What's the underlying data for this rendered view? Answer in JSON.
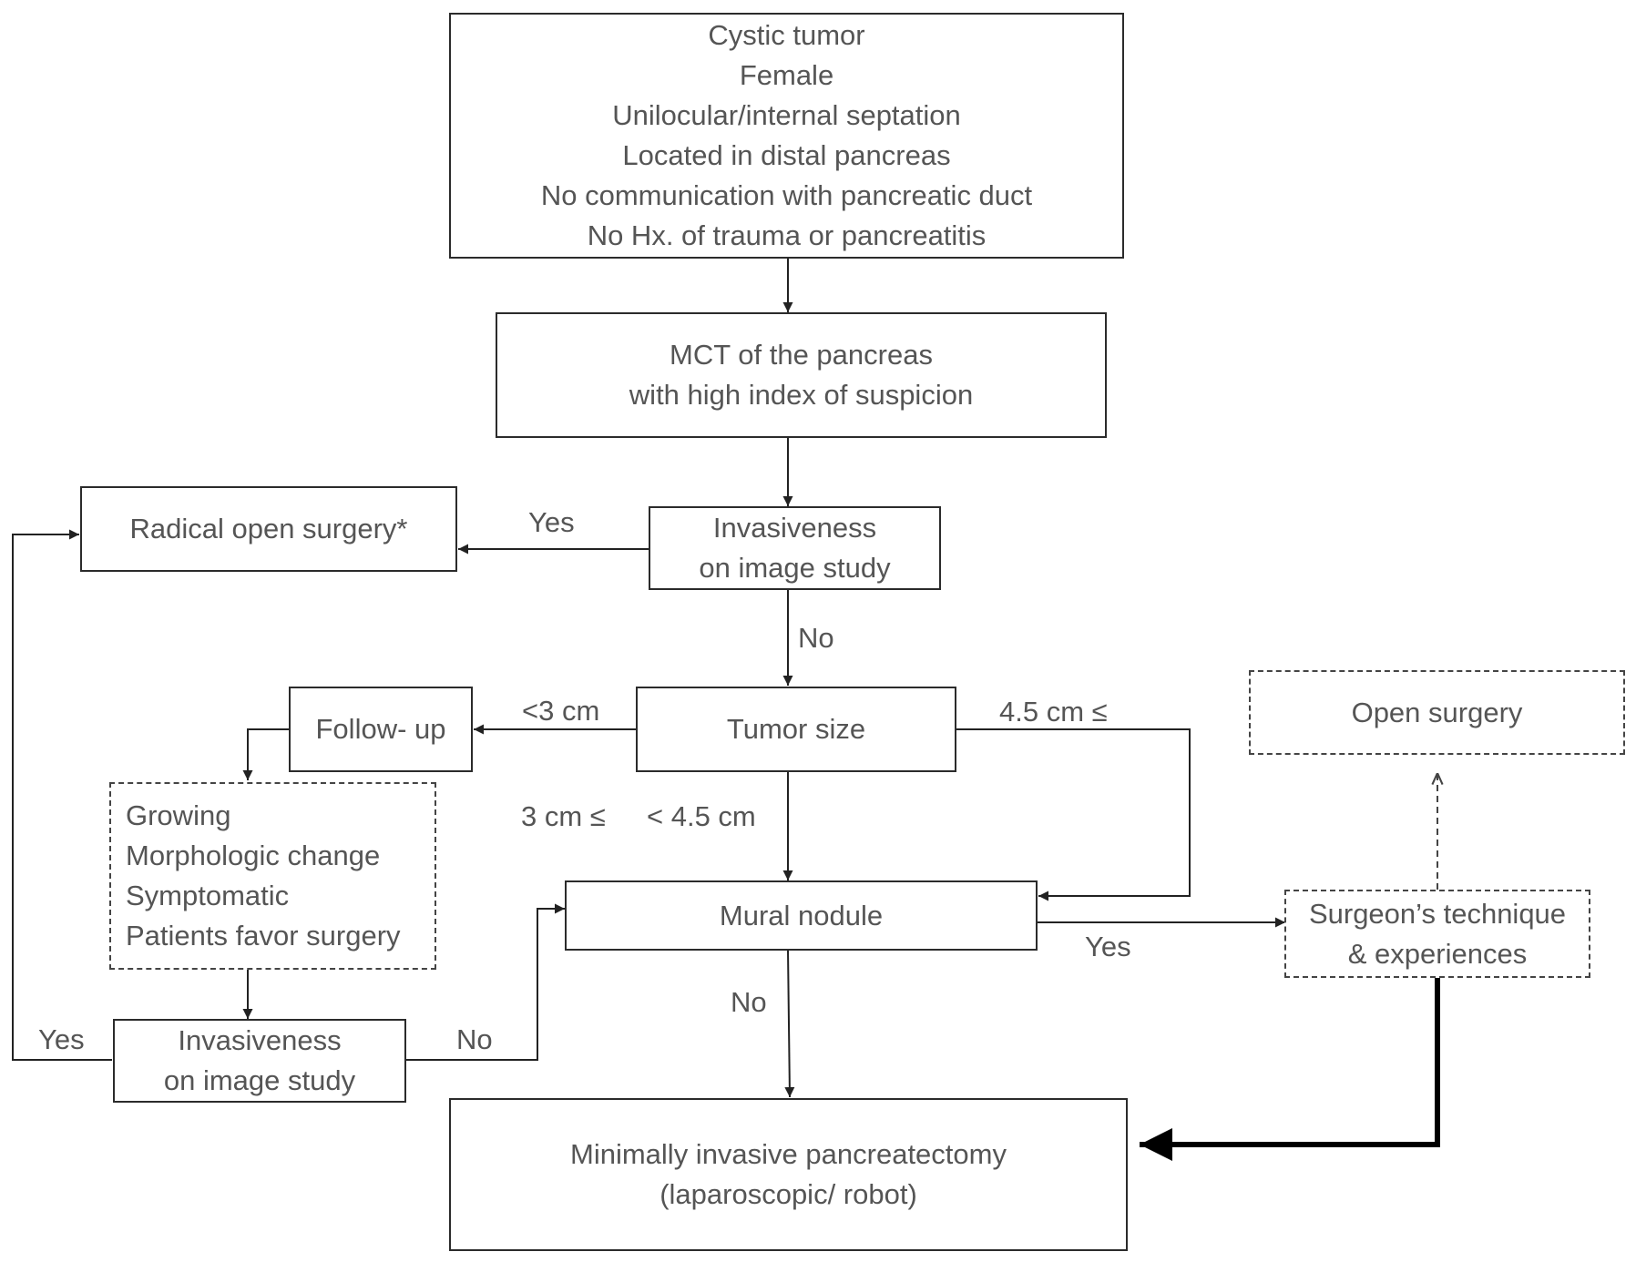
{
  "nodes": {
    "cystic_criteria": [
      "Cystic tumor",
      "Female",
      "Unilocular/internal septation",
      "Located in distal pancreas",
      "No communication with pancreatic duct",
      "No Hx. of trauma or pancreatitis"
    ],
    "mct": [
      "MCT of the pancreas",
      "with high index of suspicion"
    ],
    "invasiveness_top": [
      "Invasiveness",
      "on image study"
    ],
    "radical_open": "Radical open surgery*",
    "tumor_size": "Tumor size",
    "follow_up": "Follow- up",
    "followup_criteria": [
      "Growing",
      "Morphologic change",
      "Symptomatic",
      "Patients favor surgery"
    ],
    "invasiveness_bottom": [
      "Invasiveness",
      "on image study"
    ],
    "mural_nodule": "Mural nodule",
    "open_surgery": "Open surgery",
    "surgeon": [
      "Surgeon’s technique",
      "& experiences"
    ],
    "minimally_invasive": [
      "Minimally invasive pancreatectomy",
      "(laparoscopic/ robot)"
    ]
  },
  "edge_labels": {
    "yes_radical": "Yes",
    "no_tumor": "No",
    "lt3": "<3 cm",
    "ge45": "4.5 cm ≤",
    "ge3": "3 cm ≤",
    "lt45": "< 4.5 cm",
    "yes_surgeon": "Yes",
    "no_minimal": "No",
    "yes_left": "Yes",
    "no_mural": "No"
  }
}
